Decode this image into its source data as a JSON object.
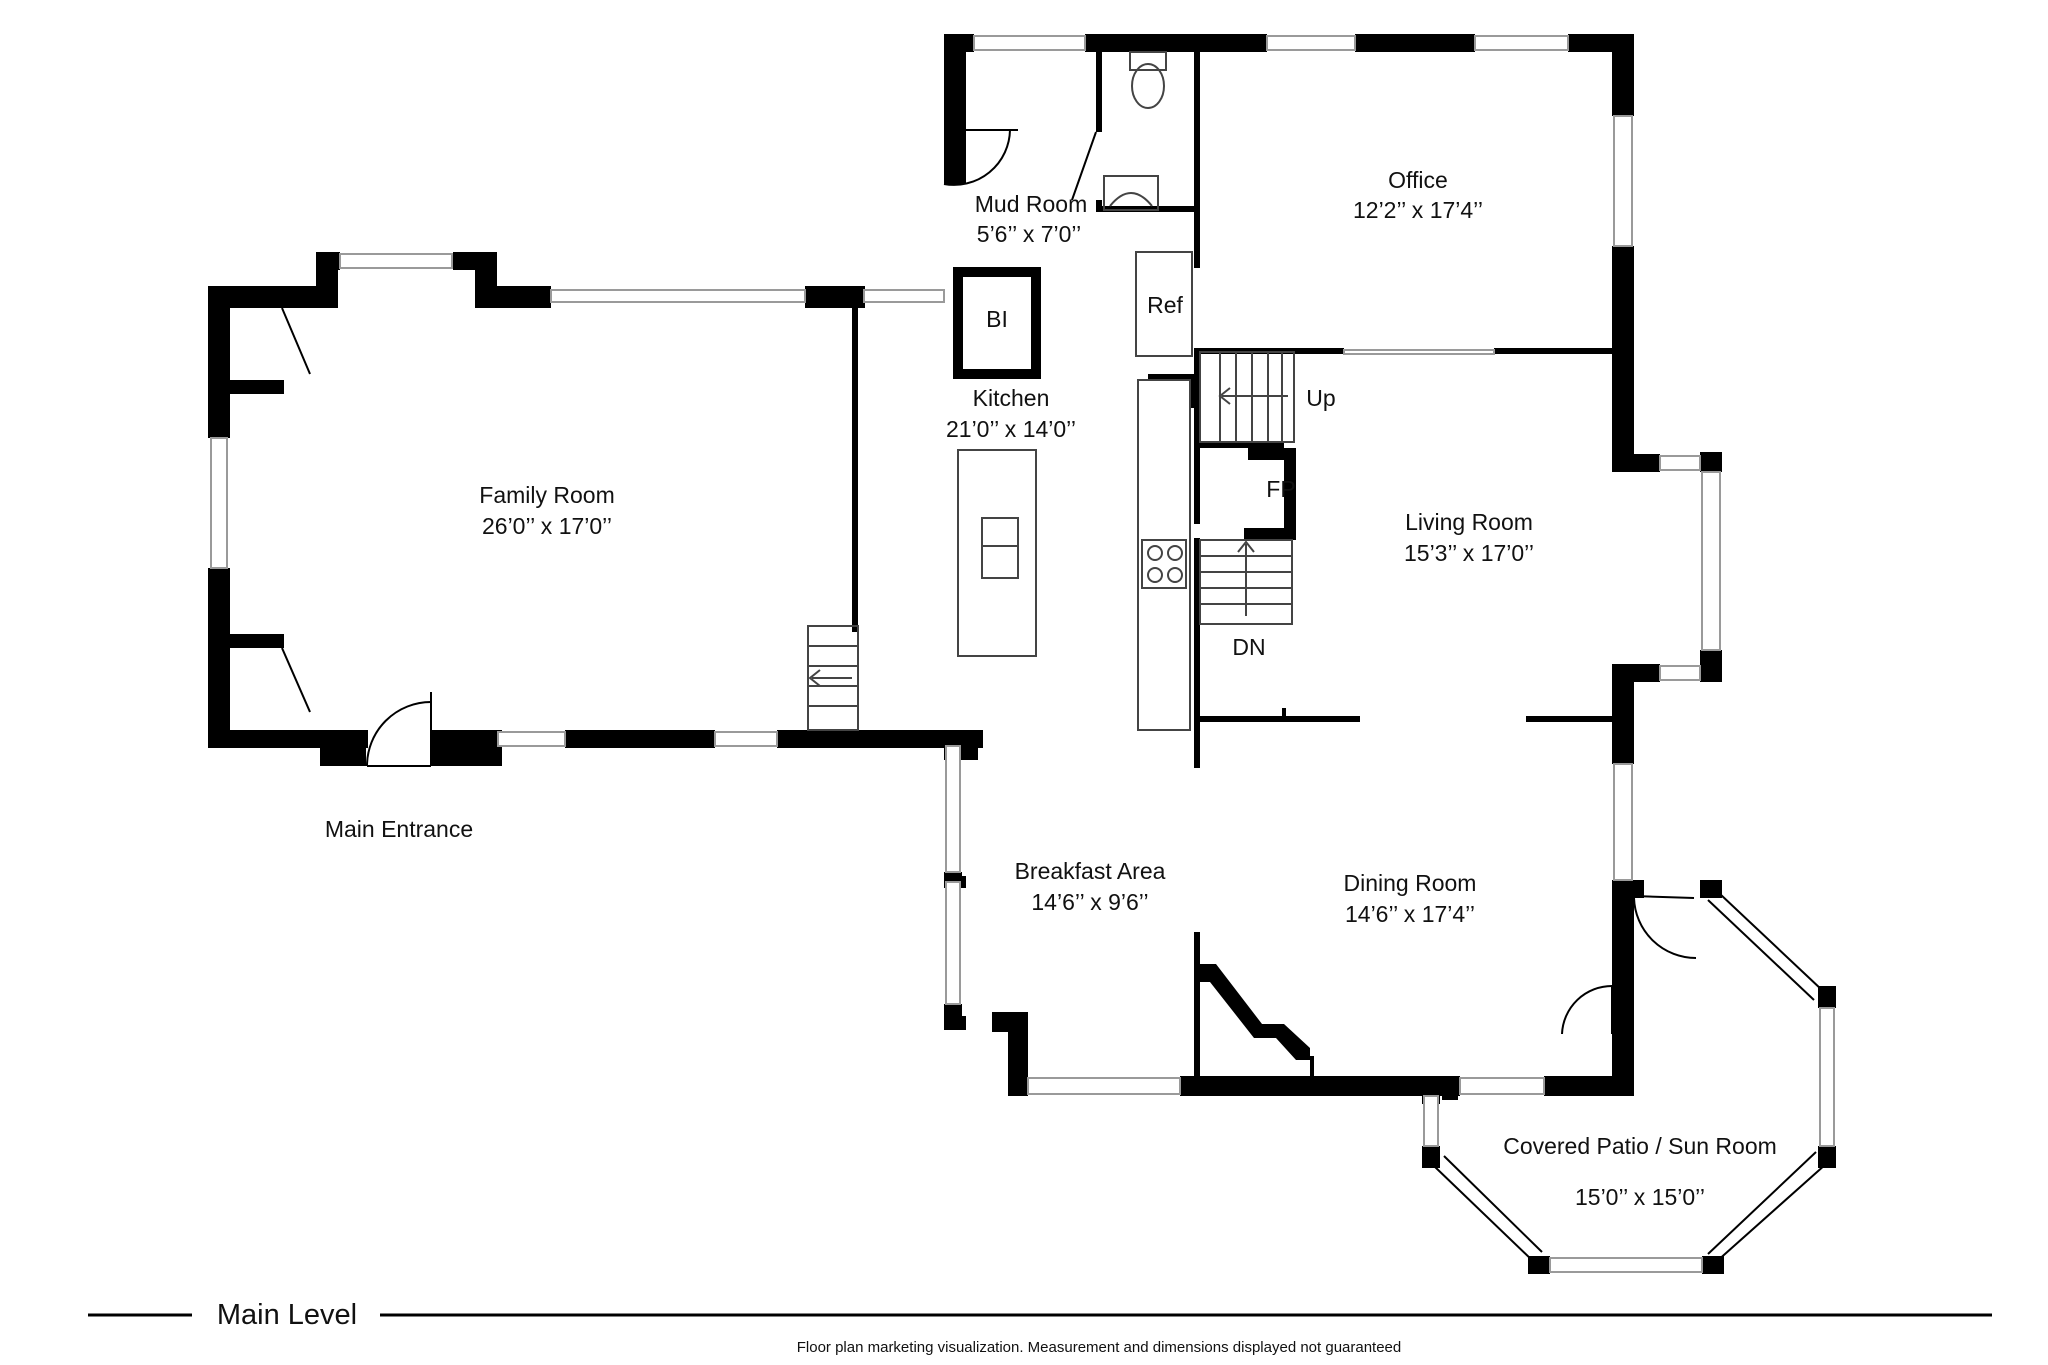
{
  "rooms": {
    "mud_room": {
      "name": "Mud Room",
      "dims": "5’6’’ x 7’0’’"
    },
    "office": {
      "name": "Office",
      "dims": "12’2’’ x 17’4’’"
    },
    "kitchen": {
      "name": "Kitchen",
      "dims": "21’0’’ x 14’0’’"
    },
    "family_room": {
      "name": "Family Room",
      "dims": "26’0’’ x 17’0’’"
    },
    "living_room": {
      "name": "Living Room",
      "dims": "15’3’’ x 17’0’’"
    },
    "breakfast_area": {
      "name": "Breakfast Area",
      "dims": "14’6’’ x 9’6’’"
    },
    "dining_room": {
      "name": "Dining Room",
      "dims": "14’6’’ x 17’4’’"
    },
    "sun_room": {
      "name": "Covered Patio / Sun Room",
      "dims": "15’0’’ x 15’0’’"
    }
  },
  "fixtures": {
    "builtin": "BI",
    "refrigerator": "Ref",
    "fireplace": "FP",
    "stairs_up": "Up",
    "stairs_down": "DN"
  },
  "labels": {
    "main_entrance": "Main Entrance",
    "level": "Main Level",
    "disclaimer": "Floor plan marketing visualization. Measurement and dimensions displayed not guaranteed"
  },
  "colors": {
    "wall": "#000000",
    "window": "#bdbdbd",
    "background": "#ffffff"
  }
}
